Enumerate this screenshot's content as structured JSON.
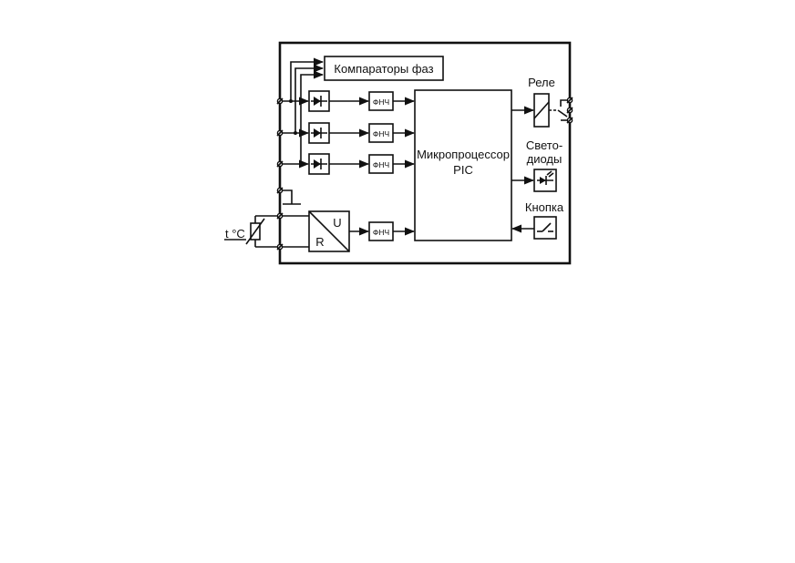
{
  "labels": {
    "comparators": "Компараторы фаз",
    "lpf": "ФНЧ",
    "mcu_line1": "Микропроцессор",
    "mcu_line2": "PIC",
    "relay": "Реле",
    "leds_line1": "Свето-",
    "leds_line2": "диоды",
    "button": "Кнопка",
    "temp": "t °C",
    "conv_u": "U",
    "conv_r": "R"
  }
}
